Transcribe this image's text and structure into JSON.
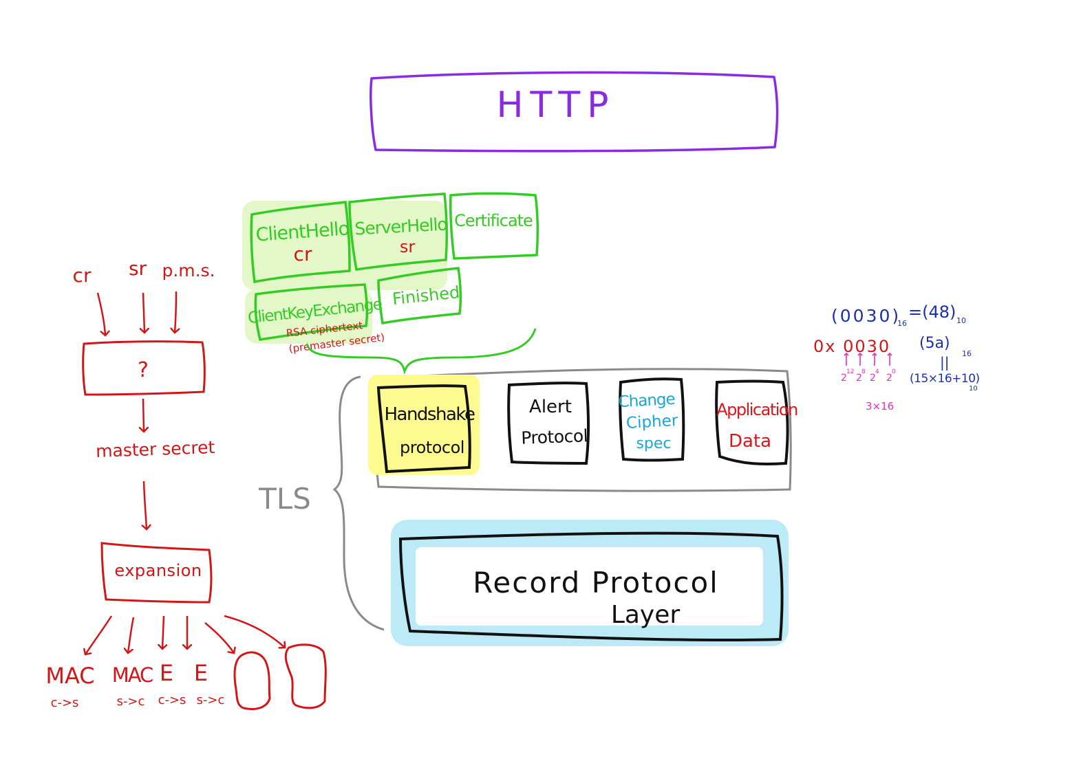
{
  "colors": {
    "purple": "#8a2be2",
    "green": "#33cc22",
    "green_highlight": "#e4f7c8",
    "red": "#d41515",
    "gray": "#8a8a8a",
    "black": "#111111",
    "cyan": "#1aa6d6",
    "cyan_highlight": "#bdeaf7",
    "yellow_highlight": "#fdfb8f",
    "blue": "#1b2fb0",
    "magenta": "#ee2ab7"
  },
  "http": {
    "label": "HTTP"
  },
  "handshake_messages": {
    "client_hello": {
      "title": "ClientHello",
      "sub": "cr"
    },
    "server_hello": {
      "title": "ServerHello",
      "sub": "sr"
    },
    "certificate": {
      "title": "Certificate"
    },
    "client_key_exchange": {
      "title": "ClientKeyExchange",
      "note1": "RSA ciphertext",
      "note2": "(premaster secret)"
    },
    "finished": {
      "title": "Finished"
    }
  },
  "tls": {
    "label": "TLS",
    "protocols": {
      "handshake": [
        "Handshake",
        "protocol"
      ],
      "alert": [
        "Alert",
        "Protocol"
      ],
      "change_cipher_spec": [
        "Change",
        "Cipher",
        "spec"
      ],
      "application_data": [
        "Application",
        "Data"
      ]
    },
    "record_layer": [
      "Record Protocol",
      "Layer"
    ]
  },
  "key_derivation": {
    "inputs": [
      "cr",
      "sr",
      "p.m.s."
    ],
    "box_label": "?",
    "master_secret": "master secret",
    "expansion": "expansion",
    "outputs": [
      {
        "name": "MAC",
        "dir": "c->s"
      },
      {
        "name": "MAC",
        "dir": "s->c"
      },
      {
        "name": "E",
        "dir": "c->s"
      },
      {
        "name": "E",
        "dir": "s->c"
      }
    ]
  },
  "math_notes": {
    "line1": [
      "(0030)",
      "16",
      "=(48)",
      "10"
    ],
    "line2_hex": "0x 0030",
    "line2_right": [
      "(5a)",
      "16"
    ],
    "equals_sign": "||",
    "powers": [
      "2",
      "12",
      "2",
      "8",
      "2",
      "4",
      "2",
      "0"
    ],
    "line3_right": [
      "(15×16+10)",
      "10"
    ],
    "line4": "3×16"
  }
}
